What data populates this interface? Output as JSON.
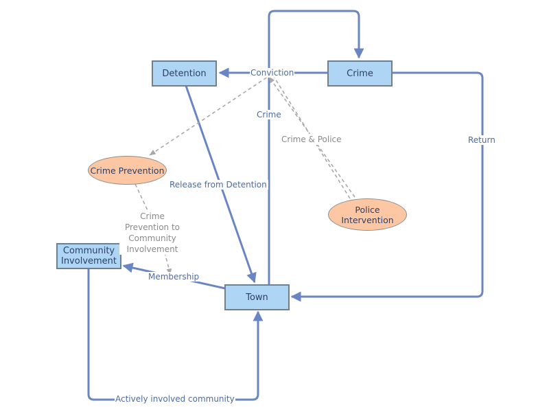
{
  "colors": {
    "stock_fill": "#aed6f4",
    "stock_border": "#6e7f91",
    "variable_fill": "#fdc7a3",
    "flow_line": "#6a86c2",
    "link_line": "#a8a8a8",
    "label_text": "#4f6b9e"
  },
  "stocks": {
    "detention": "Detention",
    "crime": "Crime",
    "community": "Community Involvement",
    "town": "Town"
  },
  "variables": {
    "crime_prevention": "Crime Prevention",
    "police_intervention": "Police Intervention"
  },
  "flows": {
    "conviction": "Conviction",
    "crime": "Crime",
    "return": "Return",
    "release": "Release from Detention",
    "membership": "Membership",
    "active": "Actively involved community"
  },
  "links": {
    "crime_police": "Crime & Police",
    "prevention_to_community": "Crime Prevention to Community Involvement"
  }
}
